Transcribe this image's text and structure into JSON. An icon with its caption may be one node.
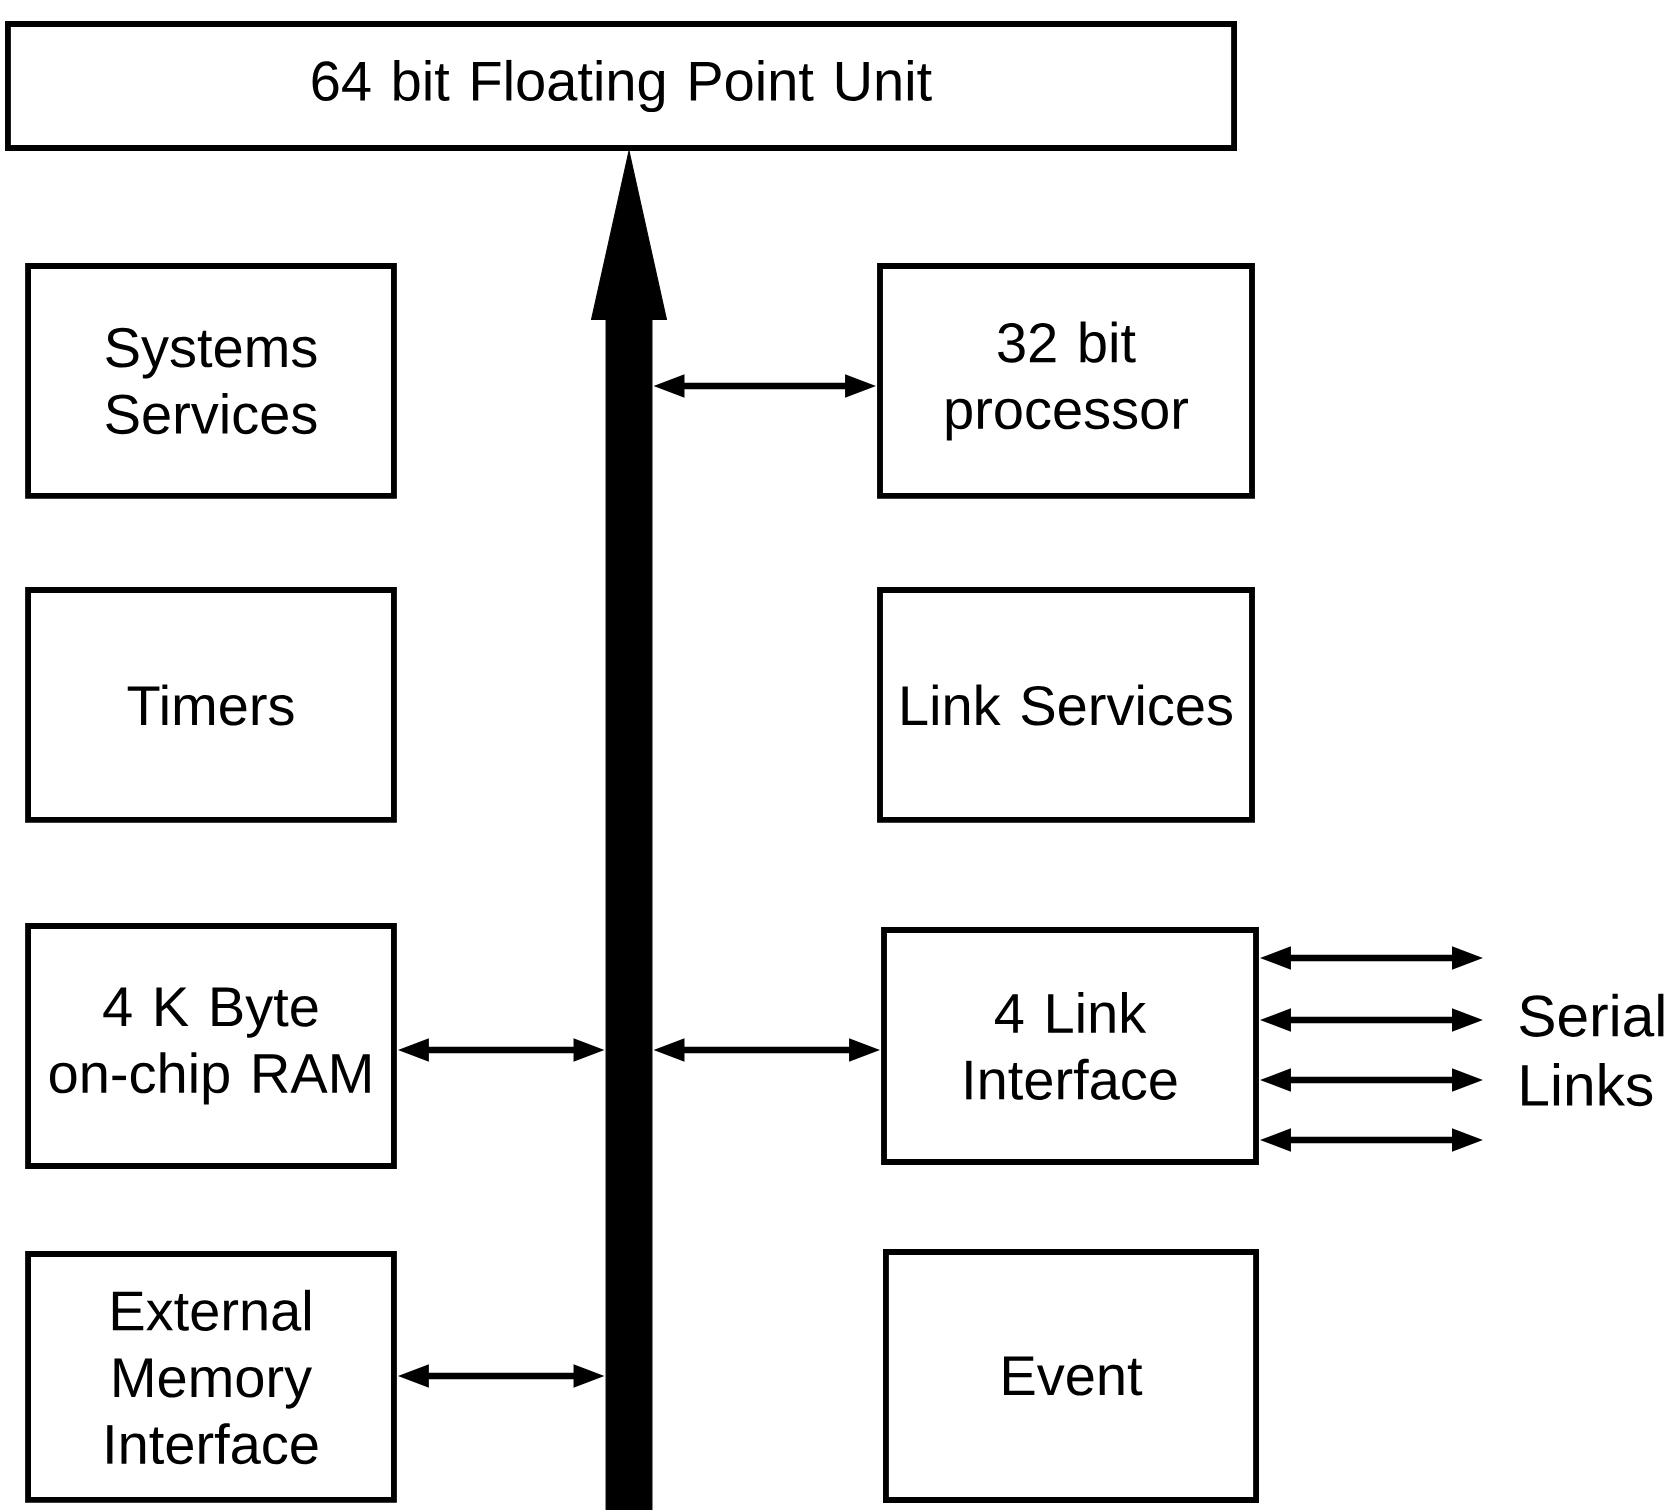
{
  "diagram": {
    "nodes": [
      {
        "text": [
          "64 bit Floating Point Unit"
        ]
      },
      {
        "text": [
          "Systems Services"
        ]
      },
      {
        "text": [
          "32 bit processor"
        ]
      },
      {
        "text": [
          "Timers"
        ]
      },
      {
        "text": [
          "Link Services"
        ]
      },
      {
        "text": [
          "4 K Byte on-chip RAM"
        ]
      },
      {
        "text": [
          "4 Link Interface"
        ]
      },
      {
        "text": [
          "External Memory Interface"
        ]
      },
      {
        "text": [
          "Event"
        ]
      },
      {
        "text": [],
        "shape": "bar"
      }
    ],
    "edges": [
      {
        "from": 9,
        "to": 0,
        "arrow": "to",
        "style": "thick"
      },
      {
        "from": 9,
        "to": 2,
        "arrow": "both"
      },
      {
        "from": 5,
        "to": 9,
        "arrow": "both"
      },
      {
        "from": 9,
        "to": 6,
        "arrow": "both"
      },
      {
        "from": 7,
        "to": 9,
        "arrow": "both"
      },
      {
        "from": 6,
        "to": null,
        "arrow": "both"
      },
      {
        "from": 6,
        "to": null,
        "arrow": "both"
      },
      {
        "from": 6,
        "to": null,
        "arrow": "both"
      },
      {
        "from": 6,
        "to": null,
        "arrow": "both"
      }
    ],
    "labels": [
      "Serial Links"
    ]
  }
}
